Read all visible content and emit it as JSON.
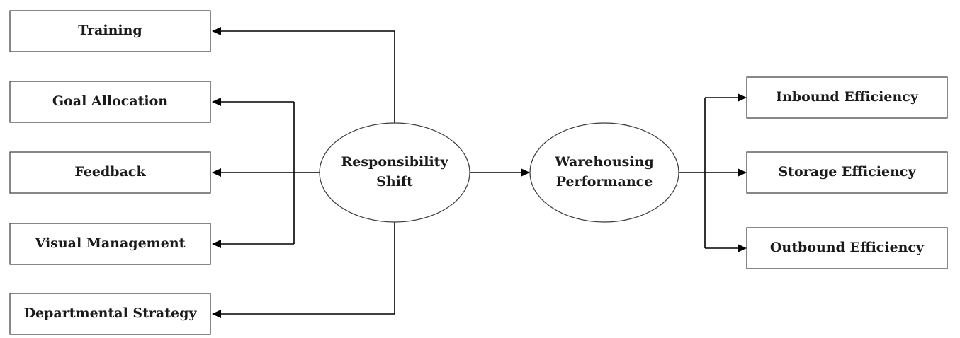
{
  "left_boxes": [
    {
      "label": "Training"
    },
    {
      "label": "Goal Allocation"
    },
    {
      "label": "Feedback"
    },
    {
      "label": "Visual Management"
    },
    {
      "label": "Departmental Strategy"
    }
  ],
  "center_nodes": {
    "responsibility": {
      "line1": "Responsibility",
      "line2": "Shift"
    },
    "performance": {
      "line1": "Warehousing",
      "line2": "Performance"
    }
  },
  "right_boxes": [
    {
      "label": "Inbound Efficiency"
    },
    {
      "label": "Storage Efficiency"
    },
    {
      "label": "Outbound Efficiency"
    }
  ]
}
